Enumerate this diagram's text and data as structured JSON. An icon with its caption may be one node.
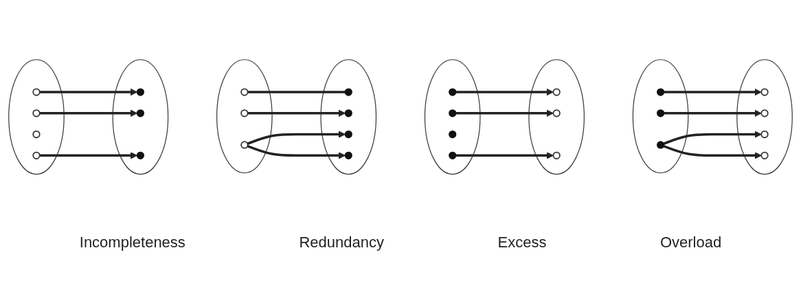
{
  "diagram": {
    "nodes": [
      {
        "text": [],
        "shape": "ellipse"
      },
      {
        "text": [],
        "shape": "circle",
        "in": 0
      },
      {
        "text": [],
        "shape": "circle",
        "in": 0
      },
      {
        "text": [],
        "shape": "circle",
        "in": 0
      },
      {
        "text": [],
        "shape": "circle",
        "in": 0
      },
      {
        "text": [],
        "shape": "ellipse"
      },
      {
        "text": [],
        "shape": "circle",
        "in": 5
      },
      {
        "text": [],
        "shape": "circle",
        "in": 5
      },
      {
        "text": [],
        "shape": "circle",
        "in": 5
      },
      {
        "text": [],
        "shape": "ellipse"
      },
      {
        "text": [],
        "shape": "circle",
        "in": 9
      },
      {
        "text": [],
        "shape": "circle",
        "in": 9
      },
      {
        "text": [],
        "shape": "circle",
        "in": 9
      },
      {
        "text": [],
        "shape": "ellipse"
      },
      {
        "text": [],
        "shape": "circle",
        "in": 13
      },
      {
        "text": [],
        "shape": "circle",
        "in": 13
      },
      {
        "text": [],
        "shape": "circle",
        "in": 13
      },
      {
        "text": [],
        "shape": "circle",
        "in": 13
      },
      {
        "text": [],
        "shape": "ellipse"
      },
      {
        "text": [],
        "shape": "circle",
        "in": 18
      },
      {
        "text": [],
        "shape": "circle",
        "in": 18
      },
      {
        "text": [],
        "shape": "circle",
        "in": 18
      },
      {
        "text": [],
        "shape": "ellipse"
      },
      {
        "text": [],
        "shape": "circle",
        "in": 22
      },
      {
        "text": [],
        "shape": "circle",
        "in": 22
      },
      {
        "text": [],
        "shape": "circle",
        "in": 22
      },
      {
        "text": [],
        "shape": "circle",
        "in": 22
      },
      {
        "text": [],
        "shape": "ellipse"
      },
      {
        "text": [],
        "shape": "circle",
        "in": 27
      },
      {
        "text": [],
        "shape": "circle",
        "in": 27
      },
      {
        "text": [],
        "shape": "circle",
        "in": 27
      },
      {
        "text": [],
        "shape": "circle",
        "in": 27
      },
      {
        "text": [],
        "shape": "ellipse"
      },
      {
        "text": [],
        "shape": "circle",
        "in": 32
      },
      {
        "text": [],
        "shape": "circle",
        "in": 32
      },
      {
        "text": [],
        "shape": "circle",
        "in": 32
      }
    ],
    "edges": [
      {
        "from": 1,
        "to": 6,
        "arrow": "to"
      },
      {
        "from": 2,
        "to": 7,
        "arrow": "to"
      },
      {
        "from": 4,
        "to": 8,
        "arrow": "to"
      },
      {
        "from": 10,
        "to": 14,
        "arrow": "none"
      },
      {
        "from": 11,
        "to": 15,
        "arrow": "to"
      },
      {
        "from": 12,
        "to": 16,
        "arrow": "to"
      },
      {
        "from": 12,
        "to": 17,
        "arrow": "to"
      },
      {
        "from": 23,
        "to": 19,
        "arrow": "to"
      },
      {
        "from": 24,
        "to": 20,
        "arrow": "to"
      },
      {
        "from": 26,
        "to": 21,
        "arrow": "to"
      },
      {
        "from": 33,
        "to": 28,
        "arrow": "to"
      },
      {
        "from": 34,
        "to": 29,
        "arrow": "to"
      },
      {
        "from": 35,
        "to": 30,
        "arrow": "to"
      },
      {
        "from": 35,
        "to": 31,
        "arrow": "to"
      }
    ],
    "labels": [
      "Incompleteness",
      "Redundancy",
      "Excess",
      "Overload"
    ]
  }
}
